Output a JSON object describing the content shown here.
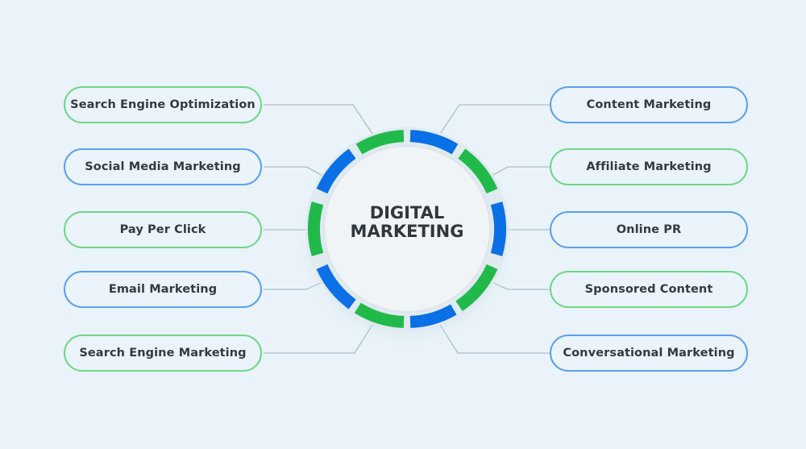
{
  "center": {
    "line1": "DIGITAL",
    "line2": "MARKETING"
  },
  "left_items": [
    {
      "label": "Search Engine Optimization",
      "color": "green"
    },
    {
      "label": "Social Media Marketing",
      "color": "blue"
    },
    {
      "label": "Pay Per Click",
      "color": "green"
    },
    {
      "label": "Email Marketing",
      "color": "blue"
    },
    {
      "label": "Search Engine Marketing",
      "color": "green"
    }
  ],
  "right_items": [
    {
      "label": "Content Marketing",
      "color": "blue"
    },
    {
      "label": "Affiliate Marketing",
      "color": "green"
    },
    {
      "label": "Online PR",
      "color": "blue"
    },
    {
      "label": "Sponsored Content",
      "color": "green"
    },
    {
      "label": "Conversational Marketing",
      "color": "blue"
    }
  ],
  "colors": {
    "green": "#22b94b",
    "blue": "#0b6fe6",
    "background": "#e9f3f9"
  }
}
